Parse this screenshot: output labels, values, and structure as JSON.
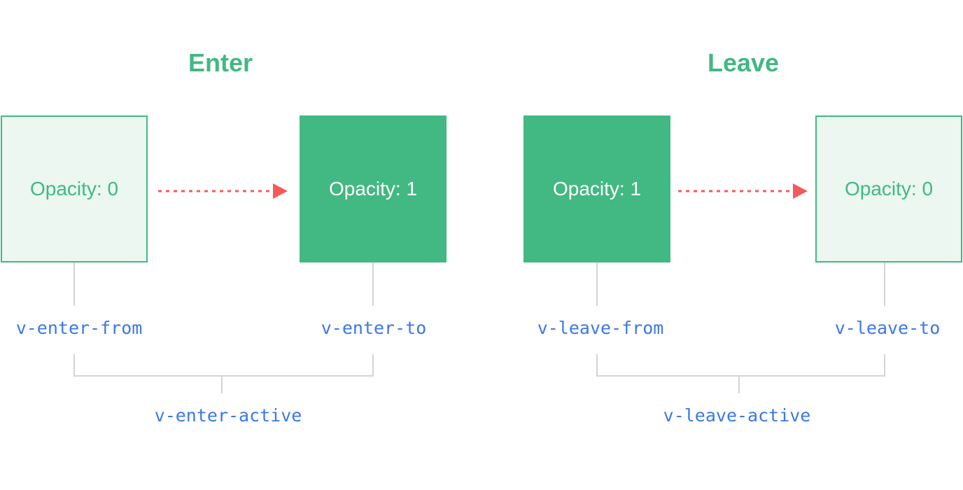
{
  "colors": {
    "accent": "#42b883",
    "accent_light": "#ebf7f0",
    "label_blue": "#3a78ea",
    "arrow_red": "#f55a5a",
    "connector_gray": "#d4d4d4"
  },
  "enter": {
    "title": "Enter",
    "from_box": "Opacity: 0",
    "to_box": "Opacity: 1",
    "from_class": "v-enter-from",
    "to_class": "v-enter-to",
    "active_class": "v-enter-active"
  },
  "leave": {
    "title": "Leave",
    "from_box": "Opacity: 1",
    "to_box": "Opacity: 0",
    "from_class": "v-leave-from",
    "to_class": "v-leave-to",
    "active_class": "v-leave-active"
  }
}
